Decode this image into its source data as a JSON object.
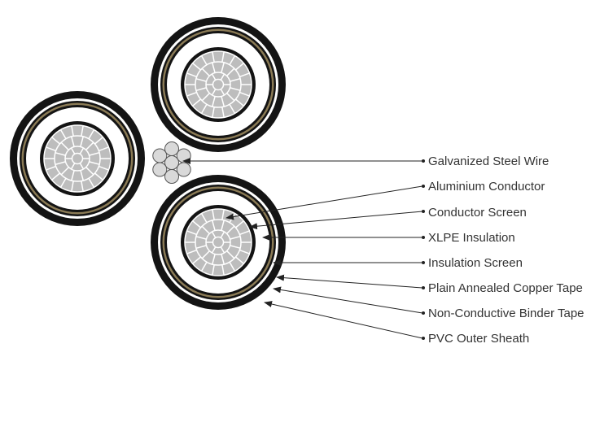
{
  "colors": {
    "sheath": "#141414",
    "tape": "#8a7a55",
    "conductor_fill": "#bdbdbd",
    "conductor_line": "#ffffff",
    "wire_fill": "#d9d9d9",
    "leader": "#222222",
    "label_text": "#333333"
  },
  "labels": [
    {
      "id": "galvanized-steel-wire",
      "text": "Galvanized Steel Wire"
    },
    {
      "id": "aluminium-conductor",
      "text": "Aluminium Conductor"
    },
    {
      "id": "conductor-screen",
      "text": "Conductor Screen"
    },
    {
      "id": "xlpe-insulation",
      "text": "XLPE Insulation"
    },
    {
      "id": "insulation-screen",
      "text": "Insulation Screen"
    },
    {
      "id": "plain-annealed-copper-tape",
      "text": "Plain Annealed Copper Tape"
    },
    {
      "id": "non-conductive-binder-tape",
      "text": "Non-Conductive Binder Tape"
    },
    {
      "id": "pvc-outer-sheath",
      "text": "PVC Outer Sheath"
    }
  ]
}
